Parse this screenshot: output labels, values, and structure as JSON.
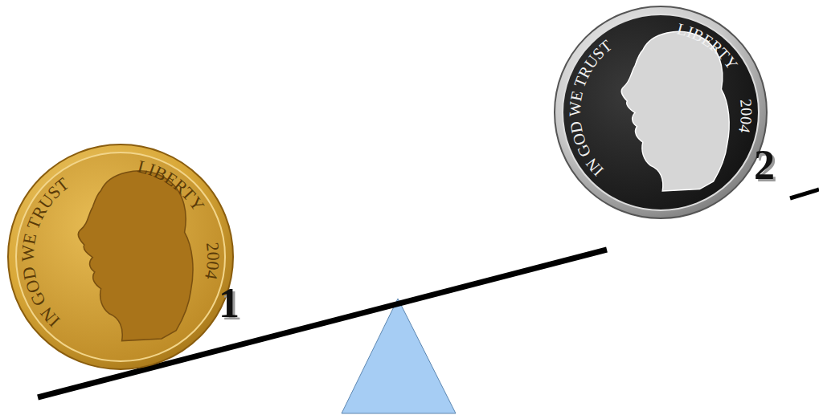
{
  "diagram": {
    "labels": [
      "IN GOD WE TRUST",
      "LIBERTY",
      "2004",
      "1",
      "IN GOD WE TRUST",
      "LIBERTY",
      "2004",
      "2"
    ]
  }
}
